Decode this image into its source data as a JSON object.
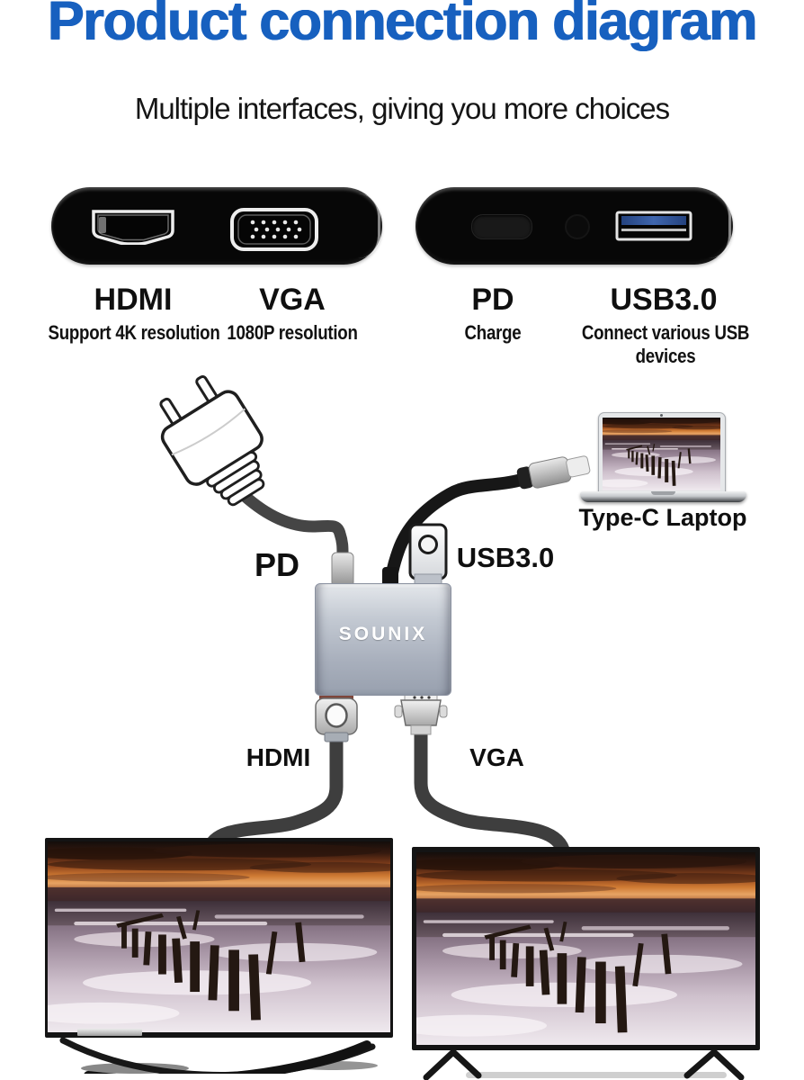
{
  "header": {
    "title": "Product connection diagram",
    "subtitle": "Multiple interfaces, giving you more choices",
    "title_color": "#1760bf"
  },
  "interfaces": {
    "ports": [
      {
        "name": "HDMI",
        "desc": "Support 4K resolution",
        "icon": "hdmi-port-icon"
      },
      {
        "name": "VGA",
        "desc": "1080P resolution",
        "icon": "vga-port-icon"
      },
      {
        "name": "PD",
        "desc": "Charge",
        "icon": "usb-c-port-icon"
      },
      {
        "name": "USB3.0",
        "desc": "Connect various USB devices",
        "icon": "usb-a-port-icon"
      }
    ]
  },
  "diagram": {
    "hub_brand": "SOUNIX",
    "labels": {
      "pd": "PD",
      "usb3": "USB3.0",
      "laptop": "Type-C Laptop",
      "hdmi": "HDMI",
      "vga": "VGA"
    }
  },
  "colors": {
    "title_blue": "#1760bf",
    "usb3_tab_blue": "#3a5fa8",
    "hub_silver": "#b6bdc9"
  }
}
